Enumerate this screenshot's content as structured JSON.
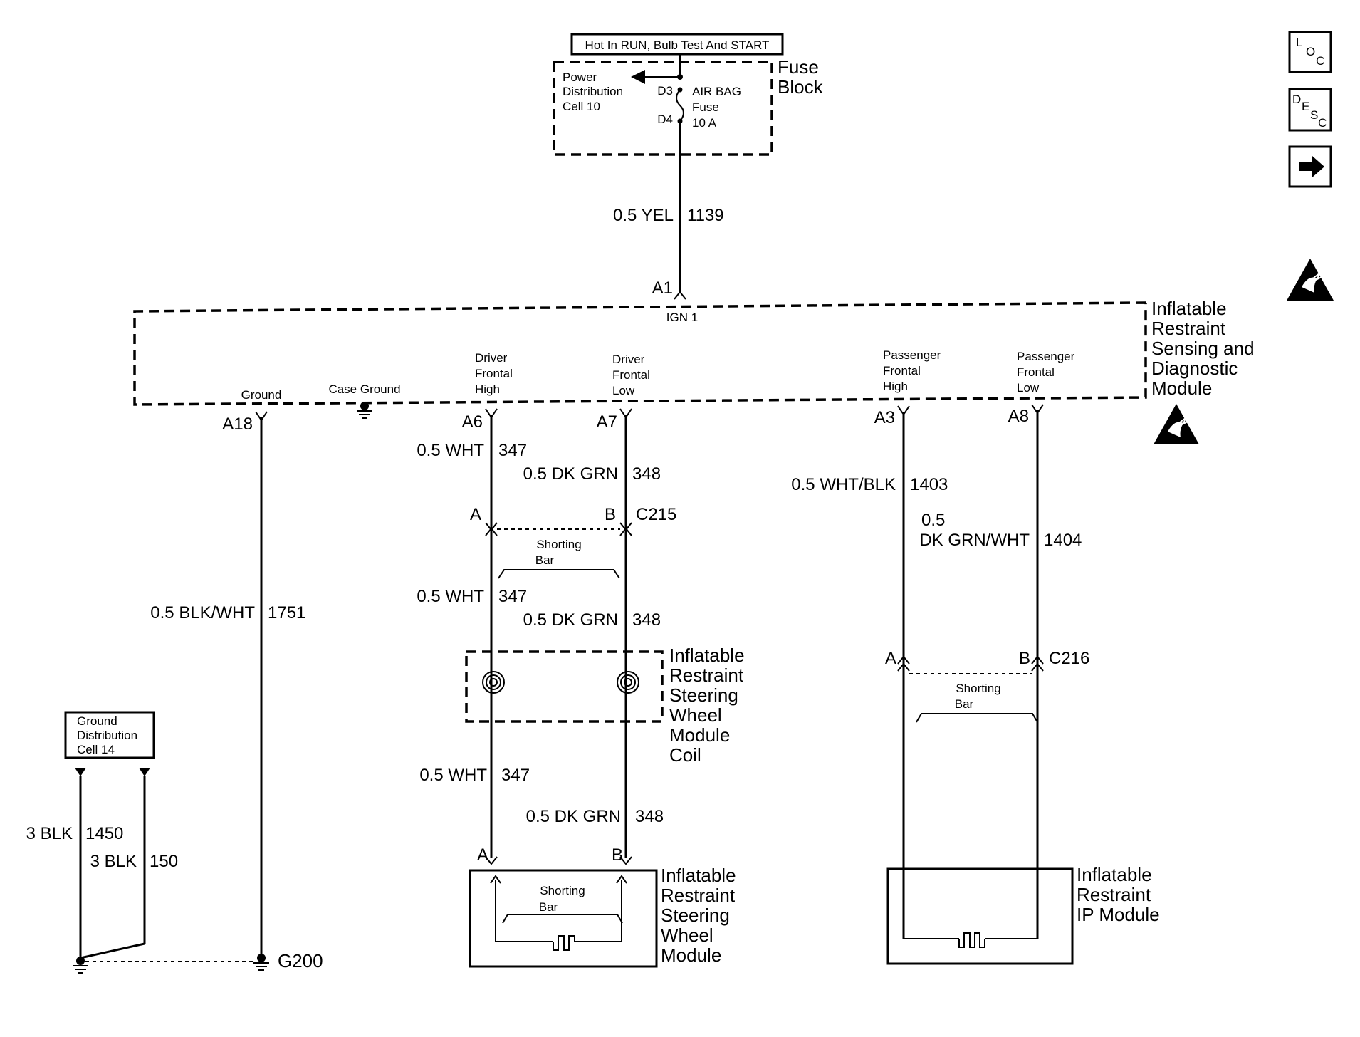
{
  "fuse_block": {
    "hot_label": "Hot In RUN, Bulb Test And START",
    "name_line1": "Fuse",
    "name_line2": "Block",
    "power_dist_line1": "Power",
    "power_dist_line2": "Distribution",
    "power_dist_line3": "Cell 10",
    "pin_top": "D3",
    "pin_bottom": "D4",
    "fuse_line1": "AIR BAG",
    "fuse_line2": "Fuse",
    "fuse_line3": "10 A"
  },
  "feed_wire": {
    "gauge_color": "0.5 YEL",
    "circuit": "1139"
  },
  "sdm": {
    "name_line1": "Inflatable",
    "name_line2": "Restraint",
    "name_line3": "Sensing and",
    "name_line4": "Diagnostic",
    "name_line5": "Module",
    "ign_pin": "A1",
    "ign_label": "IGN 1",
    "ground_label": "Ground",
    "case_ground_label": "Case Ground",
    "ground_pin": "A18",
    "driver_high": {
      "line1": "Driver",
      "line2": "Frontal",
      "line3": "High",
      "pin": "A6"
    },
    "driver_low": {
      "line1": "Driver",
      "line2": "Frontal",
      "line3": "Low",
      "pin": "A7"
    },
    "pass_high": {
      "line1": "Passenger",
      "line2": "Frontal",
      "line3": "High",
      "pin": "A3"
    },
    "pass_low": {
      "line1": "Passenger",
      "line2": "Frontal",
      "line3": "Low",
      "pin": "A8"
    }
  },
  "ground_wire": {
    "gauge_color": "0.5 BLK/WHT",
    "circuit": "1751"
  },
  "driver_wires": {
    "high_gauge_color": "0.5 WHT",
    "high_circuit": "347",
    "low_gauge_color": "0.5 DK GRN",
    "low_circuit": "348"
  },
  "c215": {
    "name": "C215",
    "pin_a": "A",
    "pin_b": "B",
    "shorting_line1": "Shorting",
    "shorting_line2": "Bar"
  },
  "coil": {
    "name_line1": "Inflatable",
    "name_line2": "Restraint",
    "name_line3": "Steering",
    "name_line4": "Wheel",
    "name_line5": "Module",
    "name_line6": "Coil"
  },
  "steering_module": {
    "pin_a": "A",
    "pin_b": "B",
    "shorting_line1": "Shorting",
    "shorting_line2": "Bar",
    "name_line1": "Inflatable",
    "name_line2": "Restraint",
    "name_line3": "Steering",
    "name_line4": "Wheel",
    "name_line5": "Module"
  },
  "passenger_wires": {
    "high_gauge_color": "0.5 WHT/BLK",
    "high_circuit": "1403",
    "low_gauge_line1": "0.5",
    "low_gauge_line2": "DK GRN/WHT",
    "low_circuit": "1404"
  },
  "c216": {
    "name": "C216",
    "pin_a": "A",
    "pin_b": "B",
    "shorting_line1": "Shorting",
    "shorting_line2": "Bar"
  },
  "ip_module": {
    "name_line1": "Inflatable",
    "name_line2": "Restraint",
    "name_line3": "IP Module"
  },
  "ground_dist": {
    "line1": "Ground",
    "line2": "Distribution",
    "line3": "Cell 14",
    "wire1_gauge_color": "3 BLK",
    "wire1_circuit": "1450",
    "wire2_gauge_color": "3 BLK",
    "wire2_circuit": "150",
    "ground_point": "G200"
  },
  "side_icons": {
    "loc": {
      "l": "L",
      "o": "O",
      "c": "C"
    },
    "desc": {
      "d": "D",
      "e": "E",
      "s": "S",
      "c": "C"
    }
  }
}
